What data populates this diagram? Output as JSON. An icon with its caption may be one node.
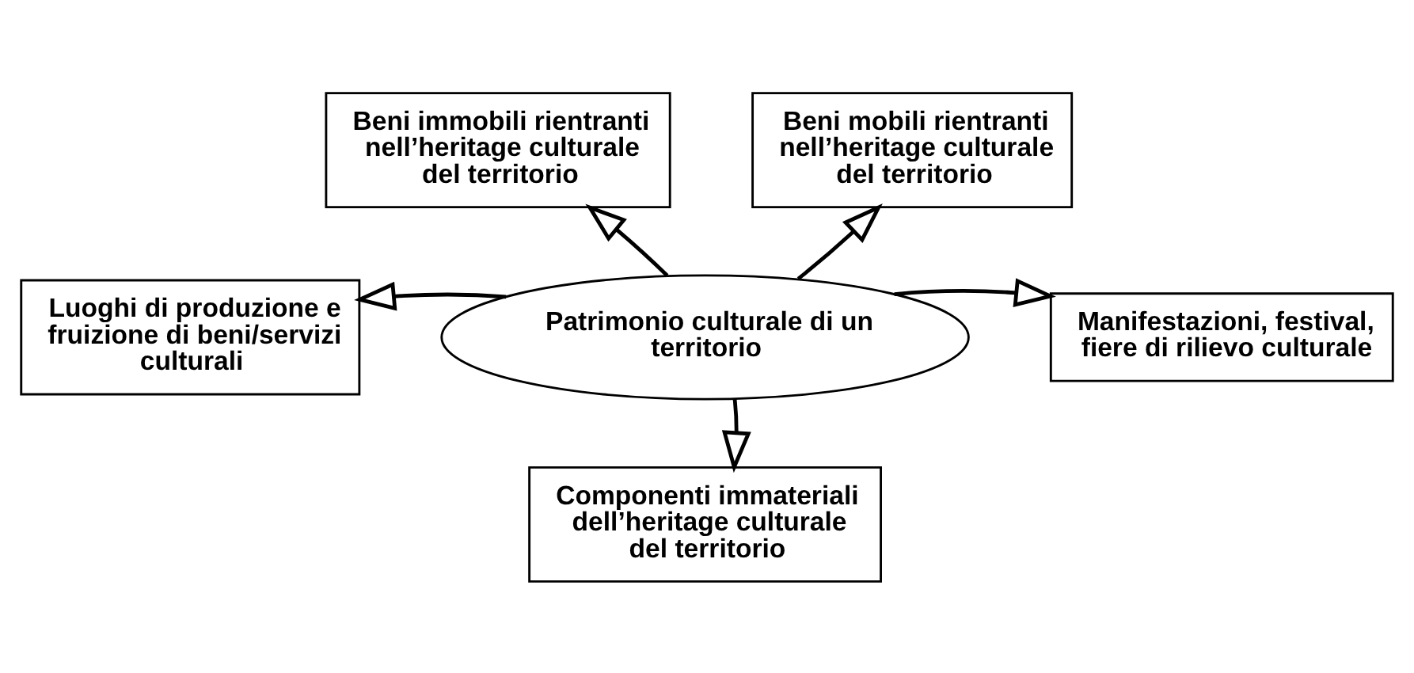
{
  "diagram": {
    "nodes": [
      {
        "text": [
          "Patrimonio culturale di un territorio"
        ]
      },
      {
        "text": [
          "Beni immobili rientranti nell’heritage culturale del territorio"
        ]
      },
      {
        "text": [
          "Beni mobili rientranti nell’heritage culturale del territorio"
        ]
      },
      {
        "text": [
          "Luoghi di produzione e fruizione di beni/servizi culturali"
        ]
      },
      {
        "text": [
          "Manifestazioni, festival, fiere di rilievo culturale"
        ]
      },
      {
        "text": [
          "Componenti immateriali dell’heritage culturale del territorio"
        ]
      }
    ],
    "edges": [
      {
        "from": 0,
        "to": 1,
        "arrow": "to"
      },
      {
        "from": 0,
        "to": 2,
        "arrow": "to"
      },
      {
        "from": 0,
        "to": 3,
        "arrow": "to"
      },
      {
        "from": 0,
        "to": 4,
        "arrow": "to"
      },
      {
        "from": 0,
        "to": 5,
        "arrow": "to"
      }
    ]
  }
}
